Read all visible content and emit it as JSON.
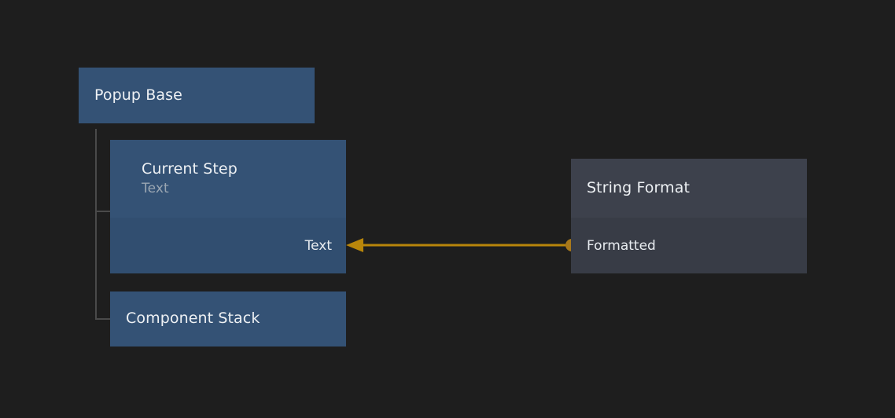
{
  "canvas": {
    "background": "#1e1e1e",
    "accent_wire_color": "#b8860b",
    "node_blue_header": "#345275",
    "node_blue_body": "#314e70",
    "node_slate_header": "#3d414c",
    "node_slate_body": "#383c46",
    "tree_line_color": "#4a4a4a"
  },
  "nodes": [
    {
      "id": "popup-base",
      "title": "Popup Base",
      "subtitle": "",
      "ports": []
    },
    {
      "id": "current-step",
      "title": "Current Step",
      "subtitle": "Text",
      "ports": [
        {
          "name": "Text",
          "side": "input"
        }
      ]
    },
    {
      "id": "component-stack",
      "title": "Component Stack",
      "subtitle": "",
      "ports": []
    },
    {
      "id": "string-format",
      "title": "String Format",
      "subtitle": "",
      "ports": [
        {
          "name": "Formatted",
          "side": "output"
        }
      ]
    }
  ],
  "connection": {
    "from_node": "string-format",
    "from_port": "Formatted",
    "to_node": "current-step",
    "to_port": "Text",
    "color": "#b8860b"
  }
}
